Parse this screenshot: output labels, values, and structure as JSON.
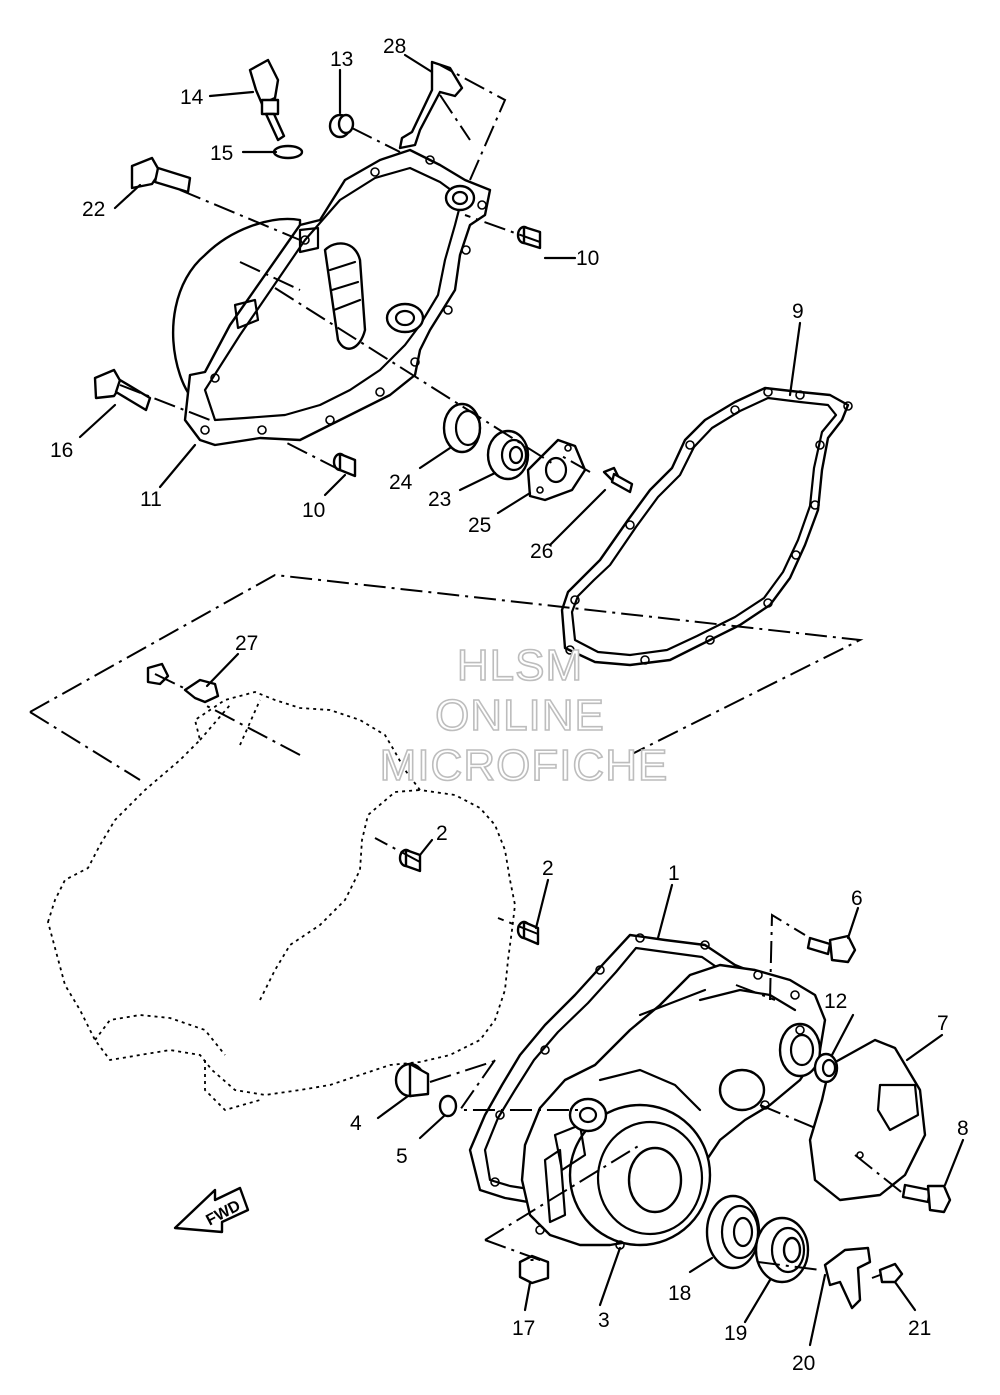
{
  "watermark": {
    "line1": "HLSM",
    "line2": "ONLINE",
    "line3": "MICROFICHE"
  },
  "direction_marker": "FWD",
  "callouts": [
    {
      "id": "1",
      "text": "1"
    },
    {
      "id": "2a",
      "text": "2"
    },
    {
      "id": "2b",
      "text": "2"
    },
    {
      "id": "3",
      "text": "3"
    },
    {
      "id": "4",
      "text": "4"
    },
    {
      "id": "5",
      "text": "5"
    },
    {
      "id": "6",
      "text": "6"
    },
    {
      "id": "7",
      "text": "7"
    },
    {
      "id": "8",
      "text": "8"
    },
    {
      "id": "9",
      "text": "9"
    },
    {
      "id": "10a",
      "text": "10"
    },
    {
      "id": "10b",
      "text": "10"
    },
    {
      "id": "11",
      "text": "11"
    },
    {
      "id": "12",
      "text": "12"
    },
    {
      "id": "13",
      "text": "13"
    },
    {
      "id": "14",
      "text": "14"
    },
    {
      "id": "15",
      "text": "15"
    },
    {
      "id": "16",
      "text": "16"
    },
    {
      "id": "17",
      "text": "17"
    },
    {
      "id": "18",
      "text": "18"
    },
    {
      "id": "19",
      "text": "19"
    },
    {
      "id": "20",
      "text": "20"
    },
    {
      "id": "21",
      "text": "21"
    },
    {
      "id": "22",
      "text": "22"
    },
    {
      "id": "23",
      "text": "23"
    },
    {
      "id": "24",
      "text": "24"
    },
    {
      "id": "25",
      "text": "25"
    },
    {
      "id": "26",
      "text": "26"
    },
    {
      "id": "27",
      "text": "27"
    },
    {
      "id": "28",
      "text": "28"
    }
  ]
}
